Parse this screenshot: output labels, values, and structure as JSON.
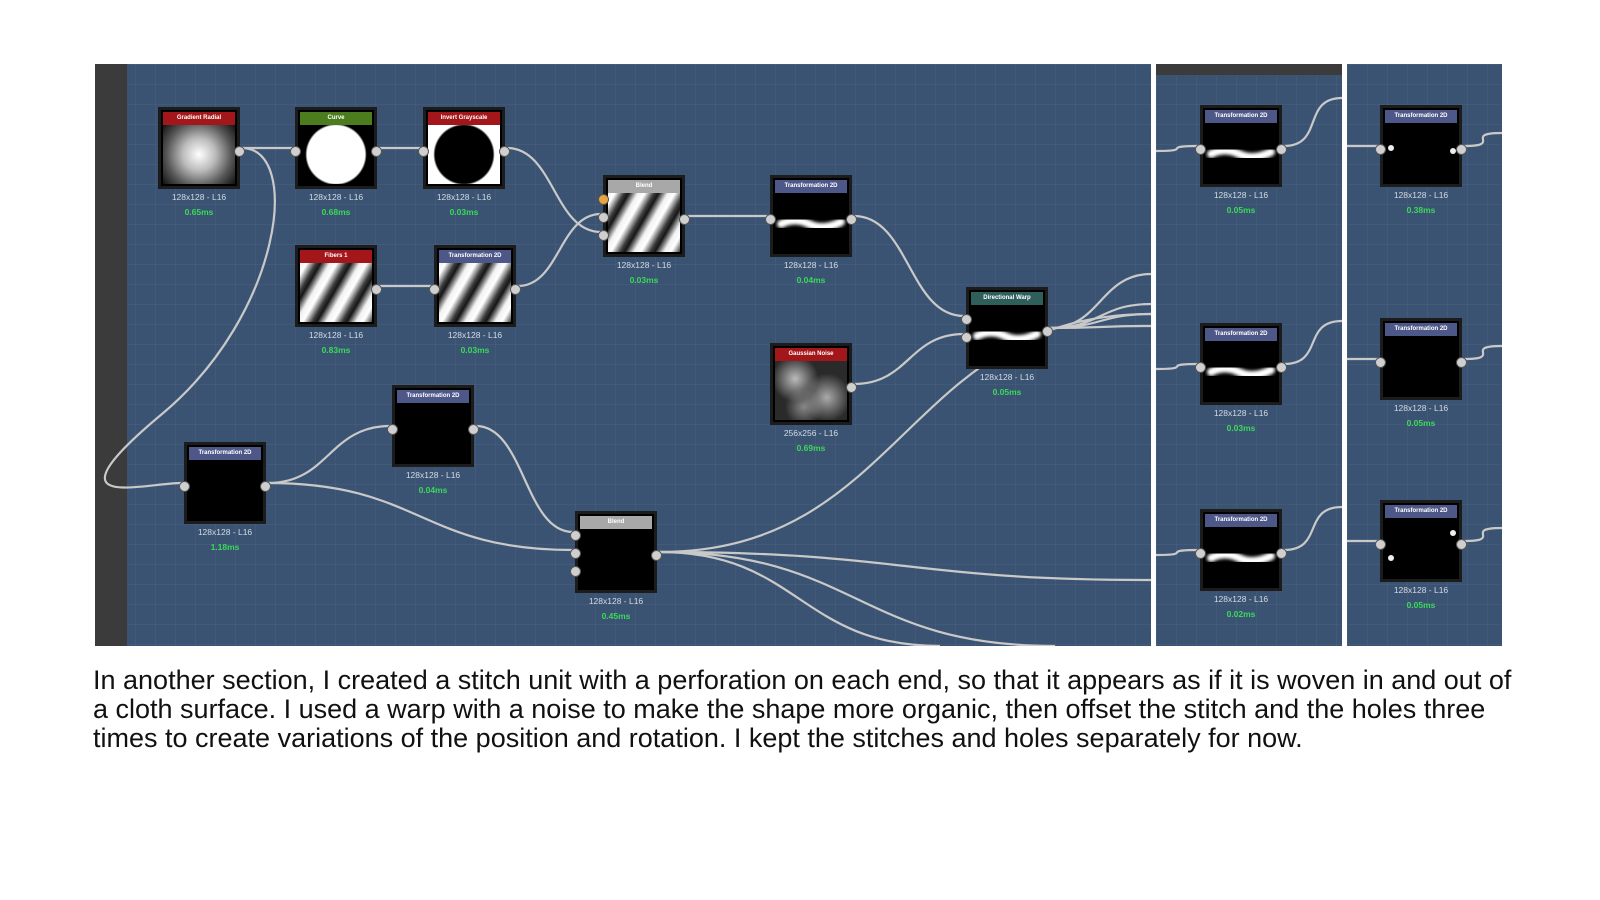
{
  "graph": {
    "nodes": [
      {
        "id": "gradient-radial",
        "panel": "main",
        "label": "Gradient Radial",
        "header": "#a3161a",
        "size": "128x128 - L16",
        "time": "0.65ms",
        "thumb": "radial",
        "inputs": [],
        "outputs": [
          1
        ]
      },
      {
        "id": "curve",
        "panel": "main",
        "label": "Curve",
        "header": "#4b7d1f",
        "size": "128x128 - L16",
        "time": "0.68ms",
        "thumb": "disc-white",
        "inputs": [
          1
        ],
        "outputs": [
          1
        ]
      },
      {
        "id": "invert-grayscale",
        "panel": "main",
        "label": "Invert Grayscale",
        "header": "#a3161a",
        "size": "128x128 - L16",
        "time": "0.03ms",
        "thumb": "disc-black",
        "inputs": [
          1
        ],
        "outputs": [
          1
        ]
      },
      {
        "id": "fibers-1",
        "panel": "main",
        "label": "Fibers 1",
        "header": "#a3161a",
        "size": "128x128 - L16",
        "time": "0.83ms",
        "thumb": "fibers",
        "inputs": [],
        "outputs": [
          1
        ]
      },
      {
        "id": "transformation-2d-fibers",
        "panel": "main",
        "label": "Transformation 2D",
        "header": "#4d5888",
        "size": "128x128 - L16",
        "time": "0.03ms",
        "thumb": "fibers",
        "inputs": [
          1
        ],
        "outputs": [
          1
        ]
      },
      {
        "id": "blend-top",
        "panel": "main",
        "label": "Blend",
        "header": "#a8a8a8",
        "size": "128x128 - L16",
        "time": "0.03ms",
        "thumb": "fibers",
        "inputs": [
          3
        ],
        "outputs": [
          1
        ],
        "accent_input": true
      },
      {
        "id": "transformation-2d-stitch",
        "panel": "main",
        "label": "Transformation 2D",
        "header": "#4d5888",
        "size": "128x128 - L16",
        "time": "0.04ms",
        "thumb": "stitch",
        "inputs": [
          1
        ],
        "outputs": [
          1
        ]
      },
      {
        "id": "gaussian-noise",
        "panel": "main",
        "label": "Gaussian Noise",
        "header": "#a3161a",
        "size": "256x256 - L16",
        "time": "0.69ms",
        "thumb": "noise",
        "inputs": [],
        "outputs": [
          1
        ]
      },
      {
        "id": "directional-warp",
        "panel": "main",
        "label": "Directional Warp",
        "header": "#2f5f5b",
        "size": "128x128 - L16",
        "time": "0.05ms",
        "thumb": "stitch",
        "inputs": [
          2
        ],
        "outputs": [
          1
        ]
      },
      {
        "id": "transformation-2d-left",
        "panel": "main",
        "label": "Transformation 2D",
        "header": "#4d5888",
        "size": "128x128 - L16",
        "time": "1.18ms",
        "thumb": "black",
        "inputs": [
          1
        ],
        "outputs": [
          1
        ]
      },
      {
        "id": "transformation-2d-mid",
        "panel": "main",
        "label": "Transformation 2D",
        "header": "#4d5888",
        "size": "128x128 - L16",
        "time": "0.04ms",
        "thumb": "black",
        "inputs": [
          1
        ],
        "outputs": [
          1
        ]
      },
      {
        "id": "blend-bottom",
        "panel": "main",
        "label": "Blend",
        "header": "#a8a8a8",
        "size": "128x128 - L16",
        "time": "0.45ms",
        "thumb": "black",
        "inputs": [
          3
        ],
        "outputs": [
          1
        ]
      },
      {
        "id": "stitch-variant-1",
        "panel": "mid",
        "label": "Transformation 2D",
        "header": "#4d5888",
        "size": "128x128 - L16",
        "time": "0.05ms",
        "thumb": "stitch",
        "inputs": [
          1
        ],
        "outputs": [
          1
        ]
      },
      {
        "id": "stitch-variant-2",
        "panel": "mid",
        "label": "Transformation 2D",
        "header": "#4d5888",
        "size": "128x128 - L16",
        "time": "0.03ms",
        "thumb": "stitch",
        "inputs": [
          1
        ],
        "outputs": [
          1
        ]
      },
      {
        "id": "stitch-variant-3",
        "panel": "mid",
        "label": "Transformation 2D",
        "header": "#4d5888",
        "size": "128x128 - L16",
        "time": "0.02ms",
        "thumb": "stitch",
        "inputs": [
          1
        ],
        "outputs": [
          1
        ]
      },
      {
        "id": "holes-variant-1",
        "panel": "right",
        "label": "Transformation 2D",
        "header": "#4d5888",
        "size": "128x128 - L16",
        "time": "0.38ms",
        "thumb": "holes",
        "inputs": [
          1
        ],
        "outputs": [
          1
        ]
      },
      {
        "id": "holes-variant-2",
        "panel": "right",
        "label": "Transformation 2D",
        "header": "#4d5888",
        "size": "128x128 - L16",
        "time": "0.05ms",
        "thumb": "black",
        "inputs": [
          1
        ],
        "outputs": [
          1
        ]
      },
      {
        "id": "holes-variant-3",
        "panel": "right",
        "label": "Transformation 2D",
        "header": "#4d5888",
        "size": "128x128 - L16",
        "time": "0.05ms",
        "thumb": "holes2",
        "inputs": [
          1
        ],
        "outputs": [
          1
        ]
      }
    ]
  },
  "caption": "In another section, I created a stitch unit with a perforation on each end, so that it appears as if it is woven in and out of a cloth surface. I used a warp with a noise to make the shape more organic, then offset the stitch and the holes three times to create variations of the position and rotation. I kept the stitches and holes separately for now."
}
